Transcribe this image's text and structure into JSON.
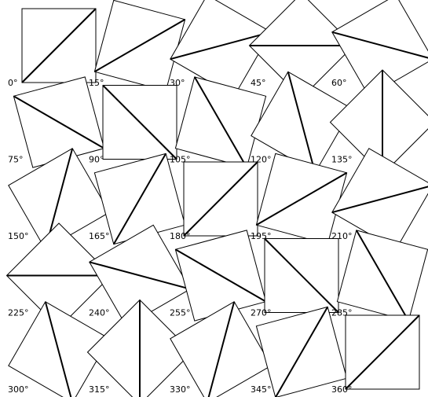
{
  "tiles": [
    {
      "label": "0°",
      "angle": 0
    },
    {
      "label": "15°",
      "angle": 15
    },
    {
      "label": "30°",
      "angle": 30
    },
    {
      "label": "45°",
      "angle": 45
    },
    {
      "label": "60°",
      "angle": 60
    },
    {
      "label": "75°",
      "angle": 75
    },
    {
      "label": "90°",
      "angle": 90
    },
    {
      "label": "105°",
      "angle": 105
    },
    {
      "label": "120°",
      "angle": 120
    },
    {
      "label": "135°",
      "angle": 135
    },
    {
      "label": "150°",
      "angle": 150
    },
    {
      "label": "165°",
      "angle": 165
    },
    {
      "label": "180°",
      "angle": 180
    },
    {
      "label": "195°",
      "angle": 195
    },
    {
      "label": "210°",
      "angle": 210
    },
    {
      "label": "225°",
      "angle": 225
    },
    {
      "label": "240°",
      "angle": 240
    },
    {
      "label": "255°",
      "angle": 255
    },
    {
      "label": "270°",
      "angle": 270
    },
    {
      "label": "285°",
      "angle": 285
    },
    {
      "label": "300°",
      "angle": 300
    },
    {
      "label": "315°",
      "angle": 315
    },
    {
      "label": "330°",
      "angle": 330
    },
    {
      "label": "345°",
      "angle": 345
    },
    {
      "label": "360°",
      "angle": 360
    }
  ],
  "colors": {
    "background": "#ffffff",
    "stroke": "#000000"
  }
}
